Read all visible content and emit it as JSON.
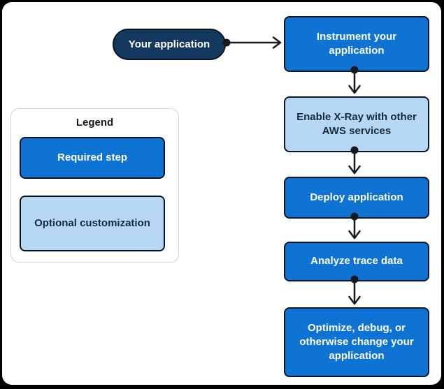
{
  "colors": {
    "frame_bg": "#000000",
    "canvas_bg": "#ffffff",
    "required_fill": "#0f73d4",
    "optional_fill": "#b5d7f3",
    "app_fill": "#15395e",
    "outline": "#0a1524",
    "connector": "#16191f",
    "text_on_dark": "#ffffff",
    "text_on_light": "#172a3d",
    "text_title": "#16191f",
    "legend_border": "#d5d5d5"
  },
  "flow": {
    "source": {
      "label": "Your application"
    },
    "steps": [
      {
        "label": "Instrument your application",
        "type": "required"
      },
      {
        "label": "Enable X-Ray with other AWS services",
        "type": "optional"
      },
      {
        "label": "Deploy application",
        "type": "required"
      },
      {
        "label": "Analyze trace data",
        "type": "required"
      },
      {
        "label": "Optimize, debug, or otherwise change your application",
        "type": "required"
      }
    ]
  },
  "legend": {
    "title": "Legend",
    "items": [
      {
        "label": "Required step",
        "type": "required"
      },
      {
        "label": "Optional customization",
        "type": "optional"
      }
    ]
  }
}
